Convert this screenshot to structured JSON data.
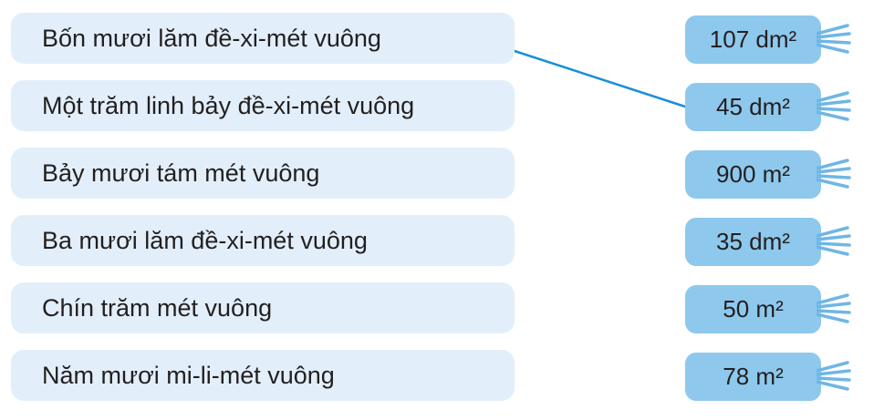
{
  "phrases": [
    "Bốn mươi lăm đề-xi-mét vuông",
    "Một trăm linh bảy đề-xi-mét vuông",
    "Bảy mươi tám mét vuông",
    "Ba mươi lăm đề-xi-mét vuông",
    "Chín trăm mét vuông",
    "Năm mươi mi-li-mét vuông"
  ],
  "values": [
    "107 dm²",
    "45 dm²",
    "900 m²",
    "35 dm²",
    "50 m²",
    "78 m²"
  ],
  "colors": {
    "phrase_box": "#e2effa",
    "tag_fill": "#8ec8ed",
    "tag_tail": "#6fb6e6",
    "connector_line": "#1a8fd6",
    "text": "#231f20"
  },
  "connections": [
    {
      "from_phrase": 0,
      "to_value": 1
    }
  ]
}
